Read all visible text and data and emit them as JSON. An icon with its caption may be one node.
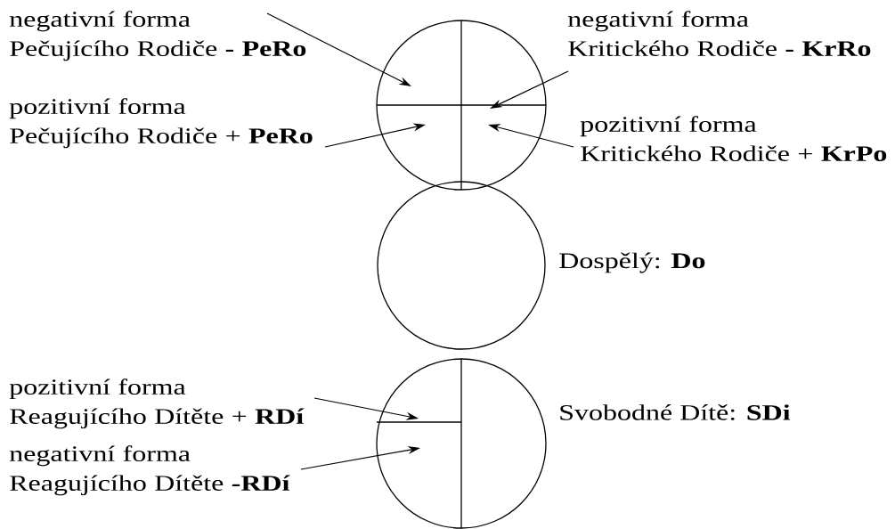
{
  "diagram": {
    "nodes": [
      {
        "text": [
          "negativní forma Pečujícího Rodiče **- PeRo**"
        ]
      },
      {
        "text": [
          "negativní forma Kritického Rodiče **- KrRo**"
        ]
      },
      {
        "text": [],
        "shape": "circle"
      },
      {
        "text": [
          "pozitivní forma Pečujícího Rodiče + **PeRo**"
        ]
      },
      {
        "text": [
          "pozitivní forma Kritického Rodiče + **KrPo**"
        ]
      },
      {
        "text": [],
        "shape": "circle",
        "beside": [
          "Dospělý: **Do**"
        ]
      },
      {
        "text": [
          "pozitivní forma Reagujícího Dítěte + **RDí**"
        ]
      },
      {
        "text": [],
        "shape": "circle",
        "beside": [
          "Svobodné Dítě: **SDi**"
        ]
      },
      {
        "text": [
          "negativní forma Reagujícího Dítěte **-RDí**"
        ]
      }
    ],
    "edges": [
      {
        "from": 0,
        "to": 2,
        "arrow": "to"
      },
      {
        "from": 1,
        "to": 2,
        "arrow": "to"
      },
      {
        "from": 3,
        "to": 2,
        "arrow": "to"
      },
      {
        "from": 4,
        "to": 2,
        "arrow": "to"
      },
      {
        "from": 6,
        "to": 7,
        "arrow": "to"
      },
      {
        "from": 8,
        "to": 7,
        "arrow": "to"
      }
    ]
  }
}
